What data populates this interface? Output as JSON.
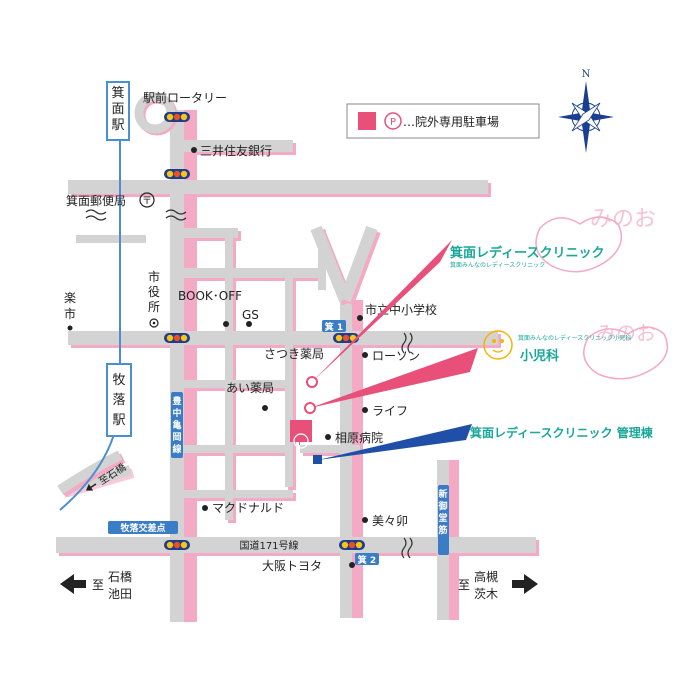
{
  "colors": {
    "road": "#d3d3d3",
    "road_shadow": "#f4a9c4",
    "clinic_pink": "#e8507a",
    "annex_blue": "#1f4fa6",
    "station_blue": "#4a8fd4",
    "badge_blue": "#3a7cc6",
    "teal": "#1aa89a",
    "compass": "#1a3f8f"
  },
  "legend": {
    "parking_label": "…院外専用駐車場",
    "parking_symbol": "P"
  },
  "compass": {
    "north": "N"
  },
  "stations": {
    "minoh": "箕面駅",
    "makiochi": "牧落駅"
  },
  "labels": {
    "rotary": "駅前ロータリー",
    "smbc": "三井住友銀行",
    "post_office": "箕面郵便局",
    "post_mark": "〒",
    "city_hall": "市役所",
    "rakuichi": "楽市",
    "bookoff": "BOOK･OFF",
    "gs": "GS",
    "school": "市立中小学校",
    "satsuki": "さつき薬局",
    "lawson": "ローソン",
    "ai_pharmacy": "あい薬局",
    "life": "ライフ",
    "aihara": "相原病院",
    "mcdonalds": "マクドナルド",
    "minoriku": "美々卯",
    "osaka_toyota": "大阪トヨタ",
    "ishibashi_arrow": "至石橋",
    "to_left": "至",
    "to_left_a": "石橋",
    "to_left_b": "池田",
    "to_right": "至",
    "to_right_a": "高槻",
    "to_right_b": "茨木"
  },
  "roads": {
    "route171": "国道171号線",
    "toyonaka": "豊中亀岡線",
    "shinmido": "新御堂筋",
    "makiochi_crossing": "牧落交差点",
    "sign1": "1",
    "sign2": "2",
    "sign_prefix": "箕"
  },
  "clinics": {
    "main_name": "箕面レディースクリニック",
    "main_sub": "箕面みんなのレディースクリニック",
    "kids_name": "小児科",
    "kids_sub": "箕面みんなのレディースクリニック小児科",
    "annex_label": "箕面レディースクリニック 管理棟",
    "logo_text": "みのお"
  }
}
